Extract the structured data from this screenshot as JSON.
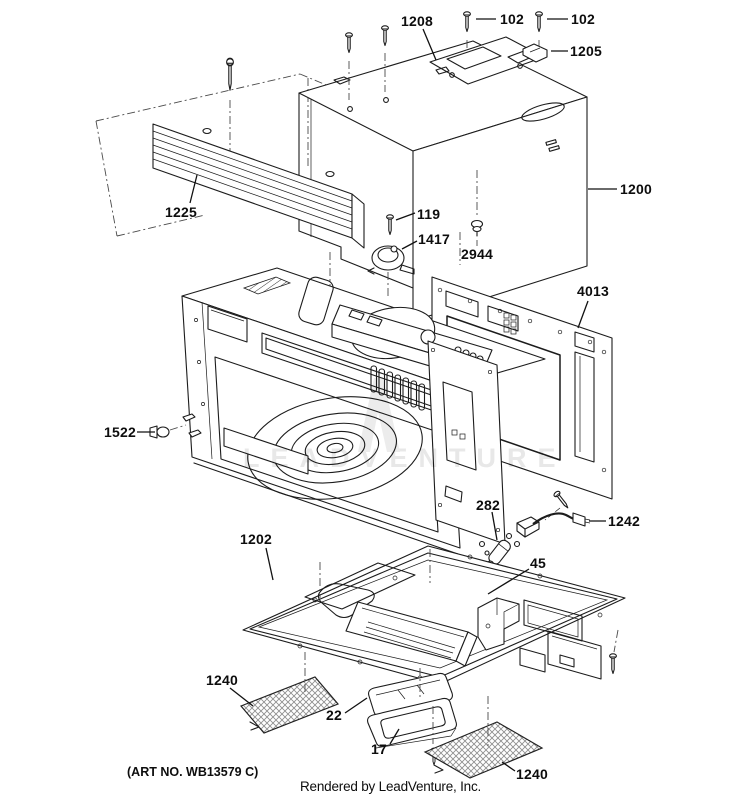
{
  "footer": {
    "art_no": "(ART NO. WB13579 C)",
    "credit": "Rendered by LeadVenture, Inc."
  },
  "watermark": {
    "text": "LEADVENTURE"
  },
  "colors": {
    "line": "#1c1c1c",
    "background": "#ffffff",
    "watermark": "#e8e8e8"
  },
  "labels": {
    "p1208": "1208",
    "p102a": "102",
    "p102b": "102",
    "p1205": "1205",
    "p1200": "1200",
    "p1225": "1225",
    "p119": "119",
    "p1417": "1417",
    "p2944": "2944",
    "p4013": "4013",
    "p1522": "1522",
    "p282": "282",
    "p1242": "1242",
    "p45": "45",
    "p1202": "1202",
    "p1240a": "1240",
    "p22": "22",
    "p17": "17",
    "p1240b": "1240"
  }
}
